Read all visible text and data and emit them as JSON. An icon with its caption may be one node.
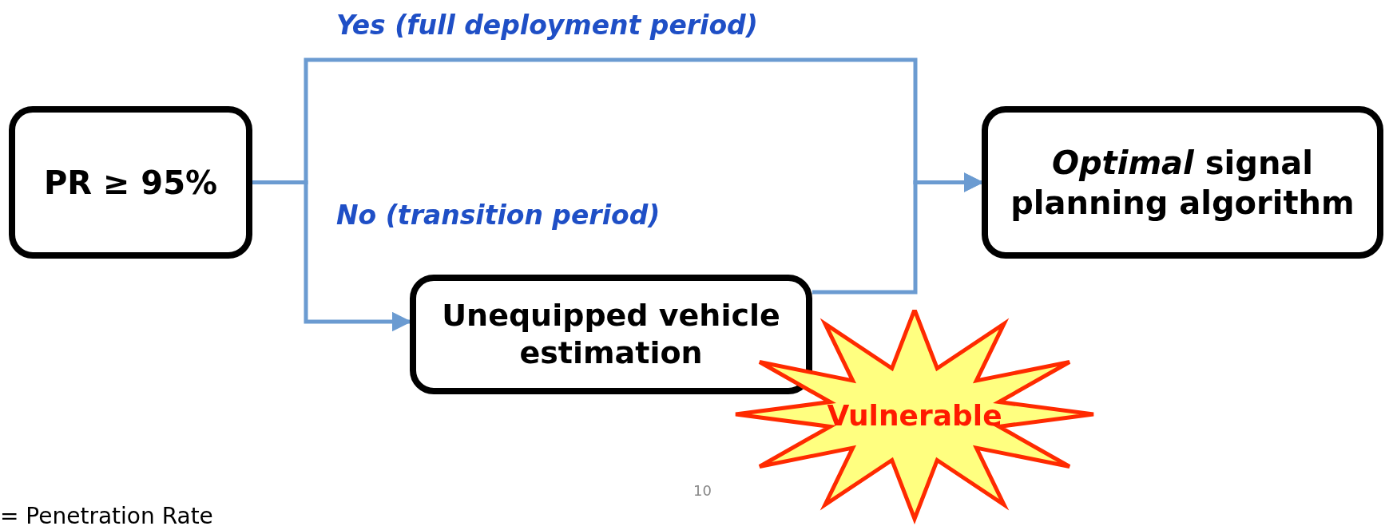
{
  "diagram": {
    "nodes": [
      {
        "text": [
          "PR ≥ 95%"
        ]
      },
      {
        "text": [
          "*Optimal* signal planning algorithm"
        ]
      },
      {
        "text": [
          "Unequipped vehicle estimation"
        ]
      },
      {
        "text": [
          "Vulnerable"
        ]
      }
    ],
    "edges": [
      {
        "from": 0,
        "to": 1,
        "arrow": "to",
        "label": "Yes (full deployment period)"
      },
      {
        "from": 0,
        "to": 2,
        "arrow": "to",
        "label": "No (transition period)"
      },
      {
        "from": 2,
        "to": 1,
        "arrow": "to"
      }
    ],
    "labels": [
      "10",
      "= Penetration Rate"
    ]
  }
}
